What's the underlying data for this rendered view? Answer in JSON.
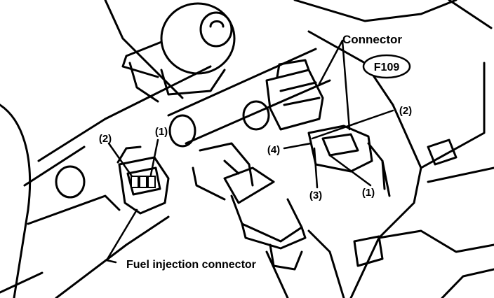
{
  "labels": {
    "connector": "Connector",
    "code": "F109",
    "left_pin_2": "(2)",
    "left_pin_1": "(1)",
    "right_pin_2": "(2)",
    "right_pin_4": "(4)",
    "right_pin_3": "(3)",
    "right_pin_1": "(1)",
    "fuel_injection_connector": "Fuel injection connector"
  },
  "colors": {
    "ink": "#000000",
    "paper": "#ffffff"
  }
}
